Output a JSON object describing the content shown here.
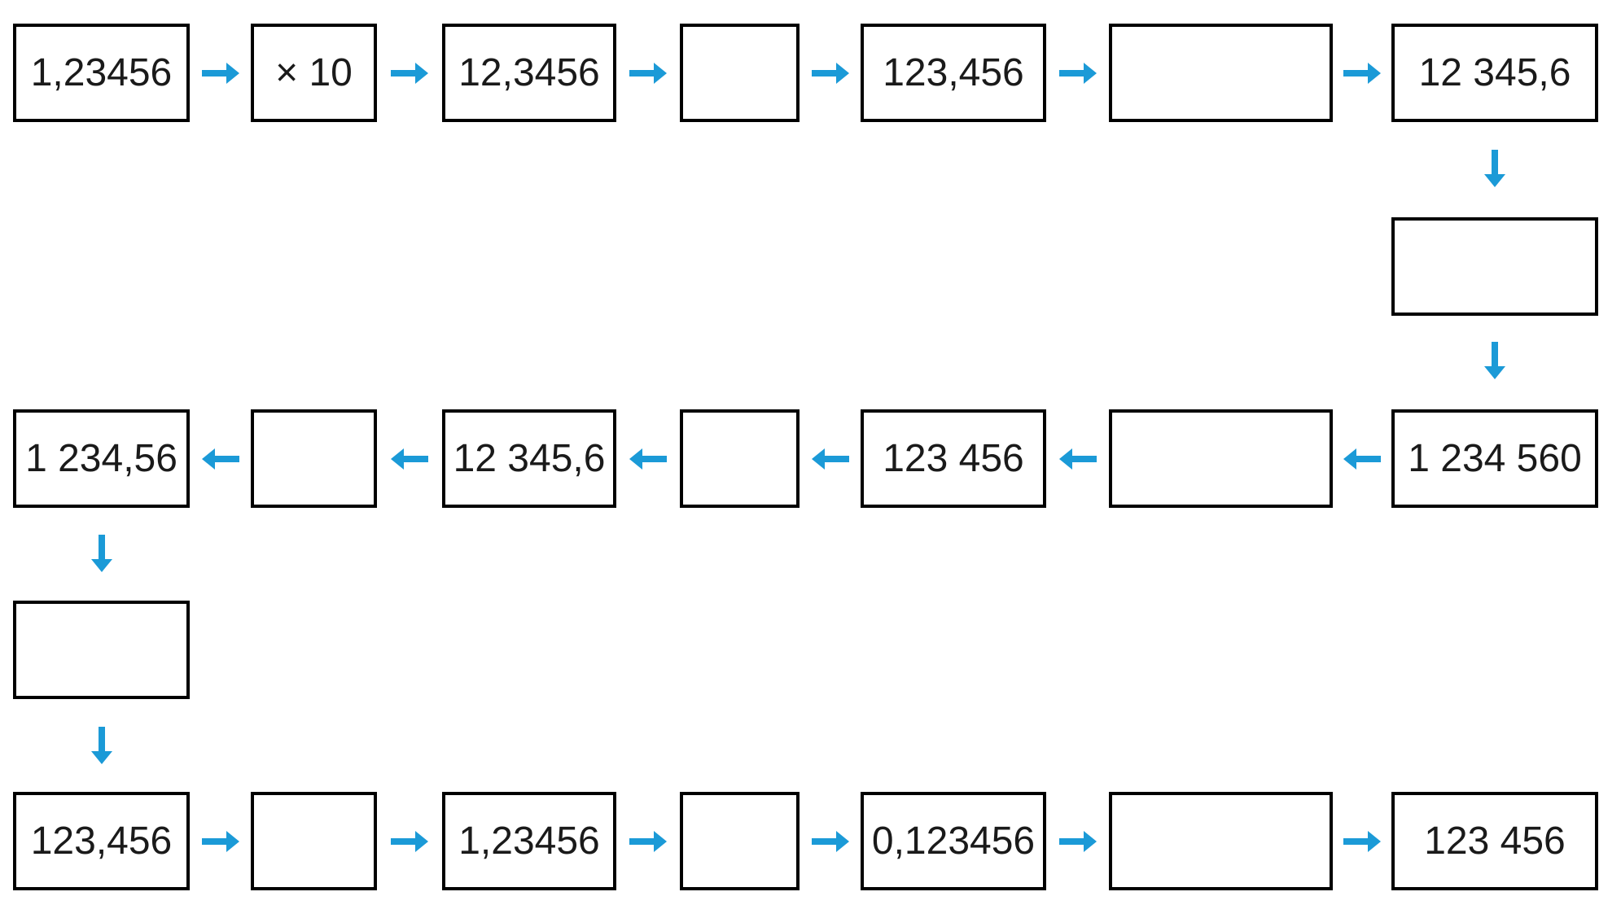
{
  "colors": {
    "arrow": "#1b9ad7",
    "box_border": "#000000",
    "text": "#1a1a1a",
    "background": "#ffffff"
  },
  "rows": {
    "top": {
      "direction": "left-to-right",
      "cells": [
        "1,23456",
        "× 10",
        "12,3456",
        "",
        "123,456",
        "",
        "12 345,6"
      ]
    },
    "middle": {
      "direction": "right-to-left",
      "cells": [
        "1 234,56",
        "",
        "12 345,6",
        "",
        "123 456",
        "",
        "1 234 560"
      ]
    },
    "bottom": {
      "direction": "left-to-right",
      "cells": [
        "123,456",
        "",
        "1,23456",
        "",
        "0,123456",
        "",
        "123 456"
      ]
    }
  },
  "connectors": {
    "right": "",
    "left": ""
  }
}
